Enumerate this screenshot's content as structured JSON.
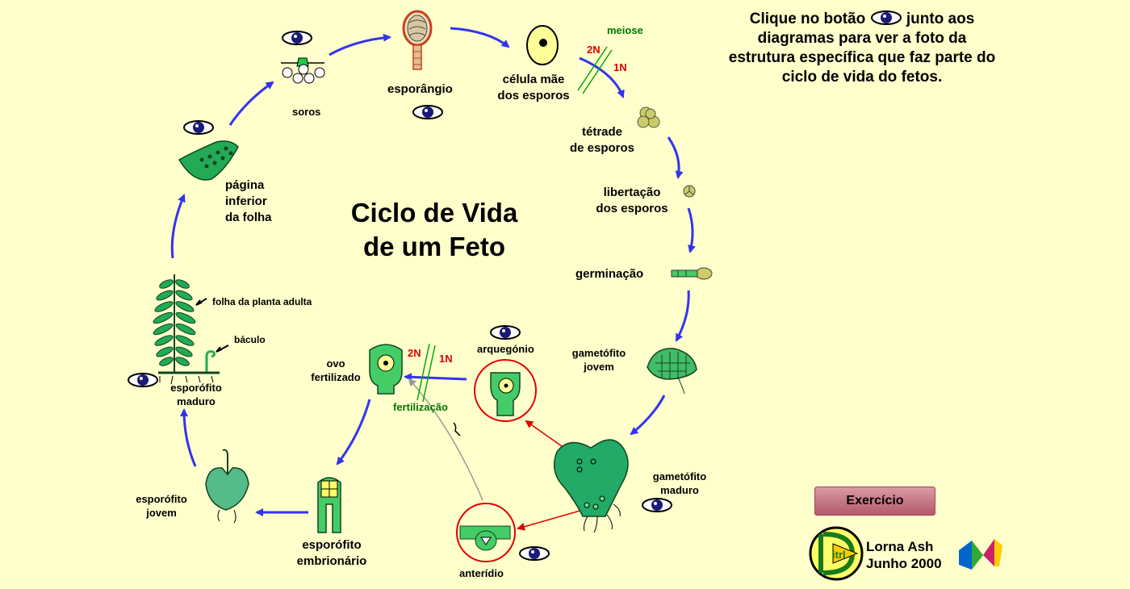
{
  "title": {
    "line1": "Ciclo de Vida",
    "line2": "de um Feto"
  },
  "instructions": {
    "before": "Clique no botão",
    "after": "junto aos diagramas para ver a foto da estrutura específica que faz parte do ciclo de vida do fetos."
  },
  "labels": {
    "soros": "soros",
    "esporangio": "esporângio",
    "celula_mae_1": "célula mãe",
    "celula_mae_2": "dos esporos",
    "meiose": "meiose",
    "diploid": "2N",
    "haploid": "1N",
    "tetrade_1": "tétrade",
    "tetrade_2": "de esporos",
    "libertacao_1": "libertação",
    "libertacao_2": "dos esporos",
    "germinacao": "germinação",
    "gametofito_jovem_1": "gametófito",
    "gametofito_jovem_2": "jovem",
    "gametofito_maduro_1": "gametófito",
    "gametofito_maduro_2": "maduro",
    "arquegonio": "arquegónio",
    "anteridio": "anterídio",
    "ovo_1": "ovo",
    "ovo_2": "fertilizado",
    "fertilizacao": "fertilização",
    "embrionario_1": "esporófito",
    "embrionario_2": "embrionário",
    "esporofito_jovem_1": "esporófito",
    "esporofito_jovem_2": "jovem",
    "esporofito_maduro_1": "esporófito",
    "esporofito_maduro_2": "maduro",
    "folha_adulta": "folha da planta adulta",
    "baculo": "báculo",
    "pagina_1": "página",
    "pagina_2": "inferior",
    "pagina_3": "da folha"
  },
  "exercise_button": "Exercício",
  "logo_text": "itrl",
  "author": {
    "name": "Lorna Ash",
    "date": "Junho 2000"
  },
  "colors": {
    "background": "#ffffcc",
    "arrow": "#3333ee",
    "plant": "#22aa55",
    "red_circle": "#e00000"
  }
}
